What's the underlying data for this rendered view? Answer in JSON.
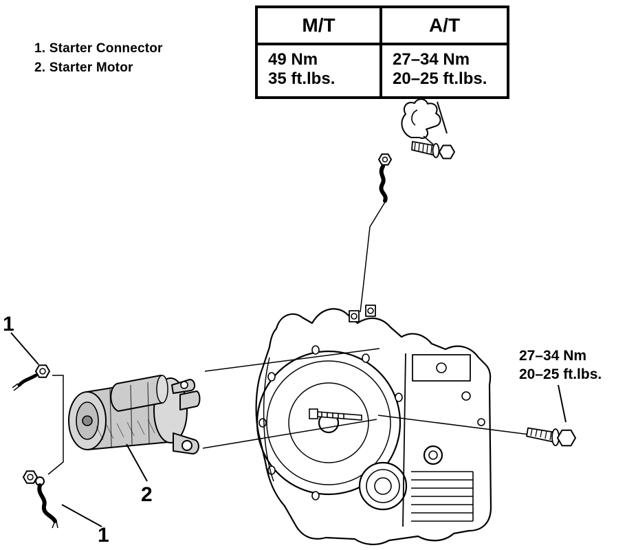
{
  "legend": {
    "item1": "1. Starter Connector",
    "item2": "2. Starter Motor"
  },
  "table": {
    "col_mt": "M/T",
    "col_at": "A/T",
    "mt_nm": "49 Nm",
    "mt_ftlbs": "35 ft.lbs.",
    "at_nm": "27–34 Nm",
    "at_ftlbs": "20–25 ft.lbs."
  },
  "side_torque": {
    "nm": "27–34 Nm",
    "ftlbs": "20–25 ft.lbs."
  },
  "callouts": {
    "connector_top": "1",
    "starter": "2",
    "connector_bottom": "1"
  },
  "colors": {
    "ink": "#000000",
    "paper": "#ffffff"
  }
}
